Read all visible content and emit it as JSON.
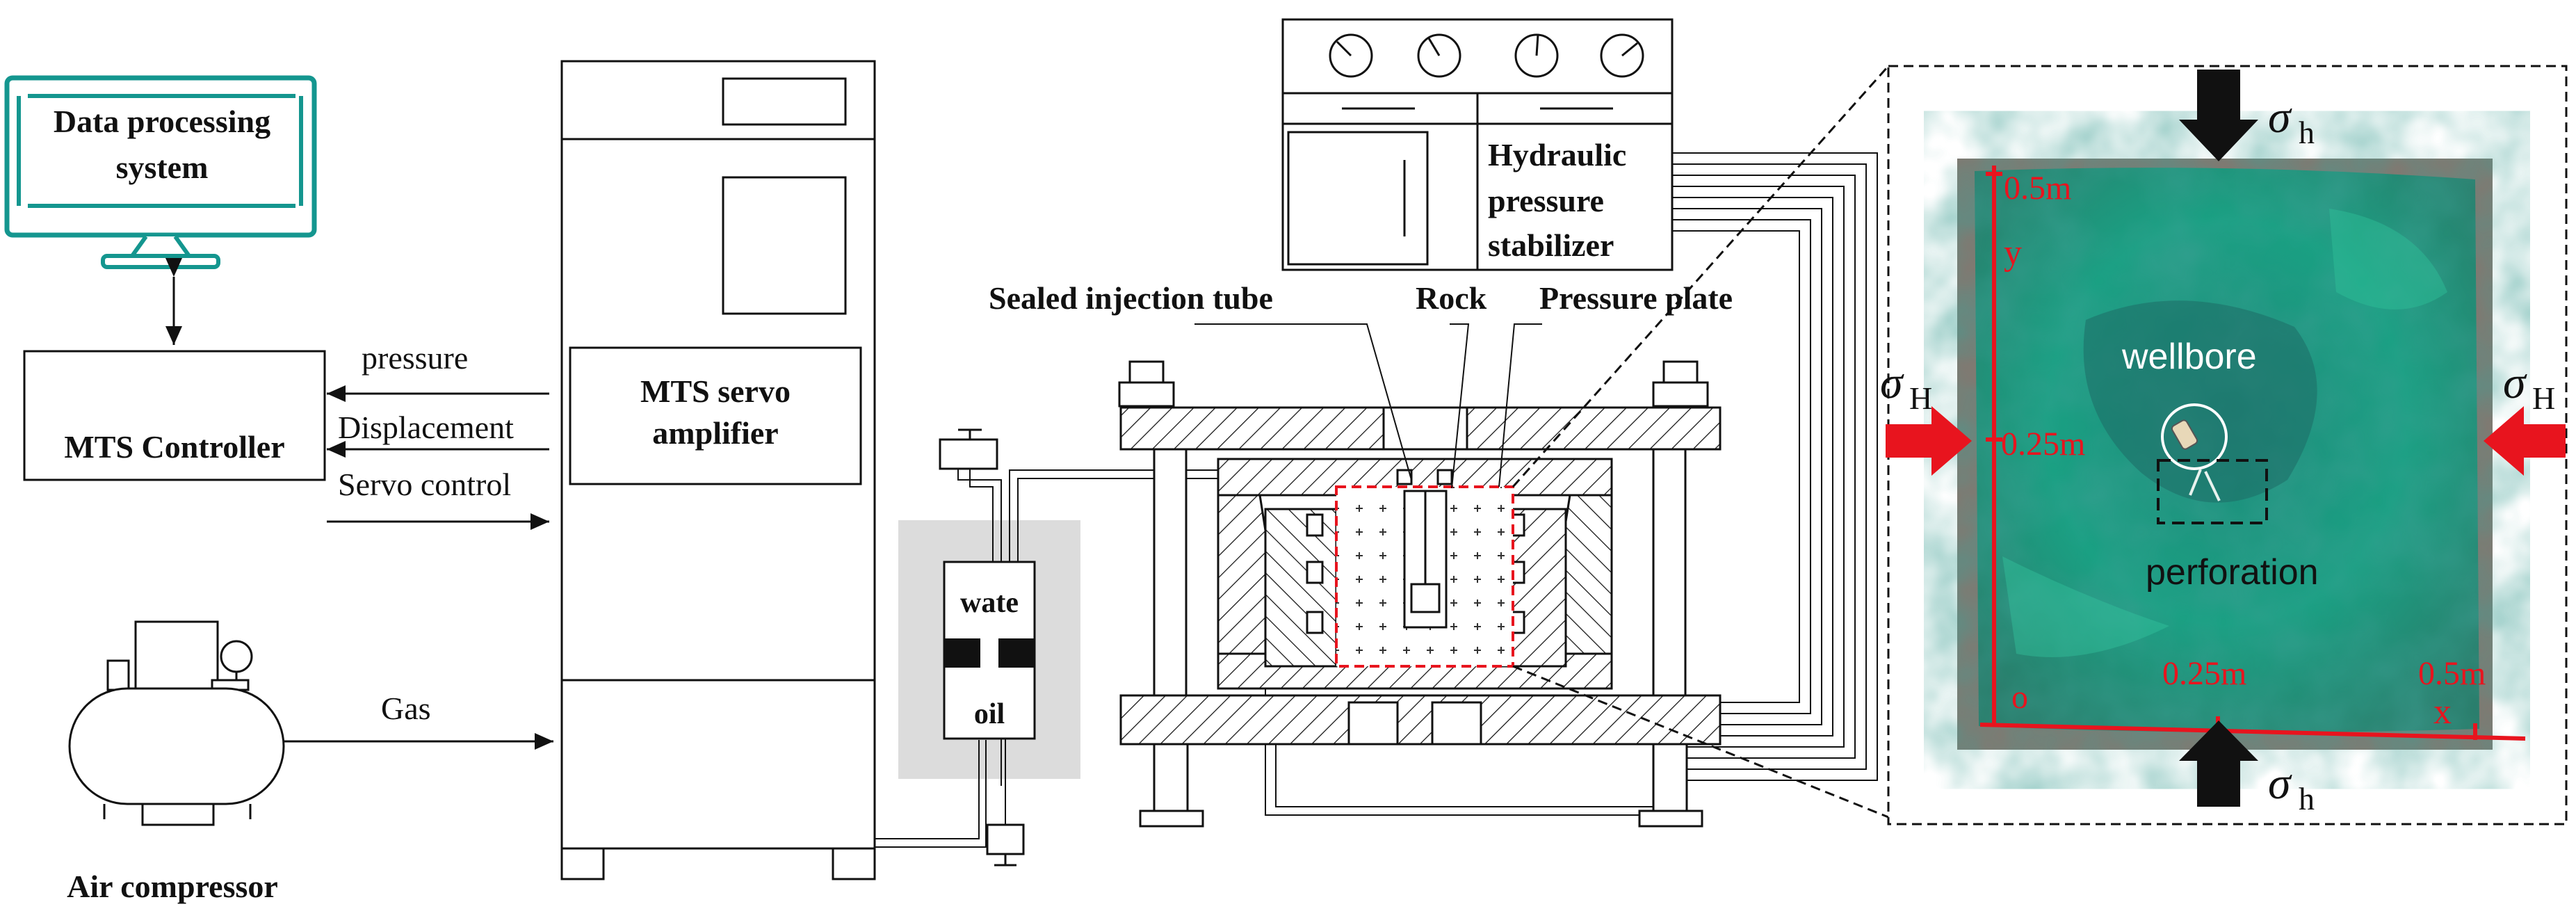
{
  "labels": {
    "data_processing_line1": "Data processing",
    "data_processing_line2": "system",
    "mts_controller": "MTS Controller",
    "mts_servo_line1": "MTS servo",
    "mts_servo_line2": "amplifier",
    "air_compressor": "Air compressor",
    "signal_pressure": "pressure",
    "signal_displacement": "Displacement",
    "signal_servo": "Servo control",
    "gas": "Gas",
    "water": "wate",
    "oil": "oil",
    "hydraulic_line1": "Hydraulic",
    "hydraulic_line2": "pressure",
    "hydraulic_line3": "stabilizer",
    "sealed_tube": "Sealed injection tube",
    "rock": "Rock",
    "pressure_plate": "Pressure plate"
  },
  "specimen": {
    "sigma_symbol": "σ",
    "sub_h": "h",
    "sub_H": "H",
    "wellbore": "wellbore",
    "perforation": "perforation",
    "axis_y": "y",
    "axis_x": "x",
    "origin": "o",
    "tick_y_top": "0.5m",
    "tick_y_mid": "0.25m",
    "tick_x_mid": "0.25m",
    "tick_x_right": "0.5m"
  },
  "colors": {
    "teal": "#14968f",
    "red": "#e8141e",
    "specimen_green": "#1a9a7e"
  }
}
